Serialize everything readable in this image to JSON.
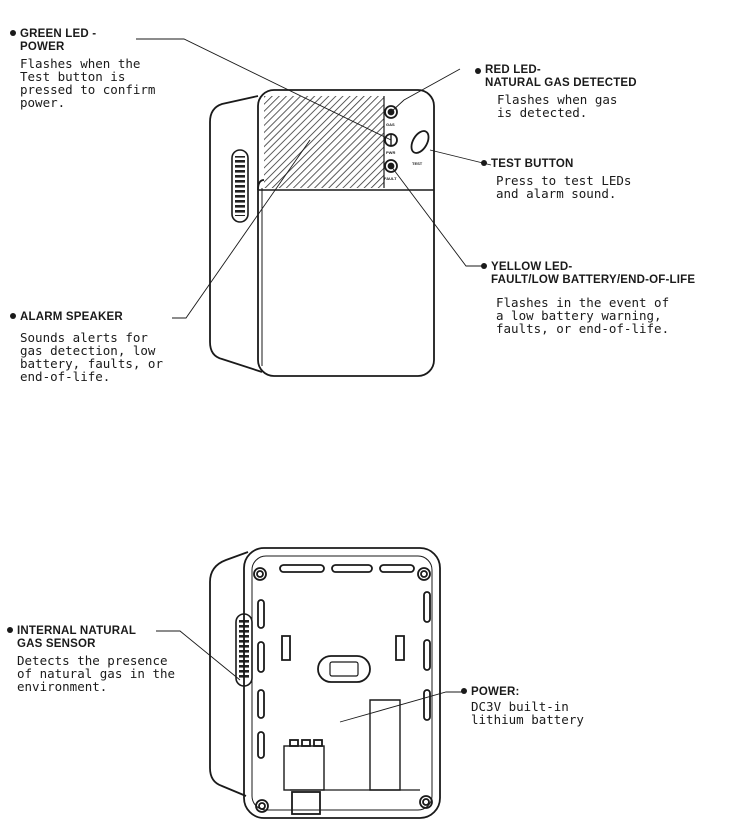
{
  "top_view": {
    "green_led": {
      "title": [
        "GREEN LED -",
        "POWER"
      ],
      "desc": [
        "Flashes when the",
        "Test button is",
        "pressed to confirm",
        "power."
      ]
    },
    "red_led": {
      "title": [
        "RED LED-",
        "NATURAL GAS DETECTED"
      ],
      "desc": [
        "Flashes when gas",
        "is detected."
      ]
    },
    "test_button": {
      "title": [
        "TEST BUTTON"
      ],
      "desc": [
        "Press to test LEDs",
        "and alarm sound."
      ]
    },
    "yellow_led": {
      "title": [
        "YELLOW LED-",
        "FAULT/LOW BATTERY/END-OF-LIFE"
      ],
      "desc": [
        "Flashes in the event of",
        "a low battery warning,",
        "faults, or end-of-life."
      ]
    },
    "alarm_speaker": {
      "title": [
        "ALARM SPEAKER"
      ],
      "desc": [
        "Sounds alerts for",
        "gas detection, low",
        "battery, faults, or",
        "end-of-life."
      ]
    },
    "device_labels": {
      "red_led_mark": "GAS",
      "green_led_mark": "PWR",
      "yellow_led_mark": "FAULT",
      "test_mark": "TEST"
    }
  },
  "bottom_view": {
    "gas_sensor": {
      "title": [
        "INTERNAL NATURAL",
        "GAS SENSOR"
      ],
      "desc": [
        "Detects the presence",
        "of natural gas in the",
        "environment."
      ]
    },
    "power": {
      "title": [
        "POWER:"
      ],
      "desc": [
        "DC3V built-in",
        "lithium battery"
      ]
    }
  }
}
